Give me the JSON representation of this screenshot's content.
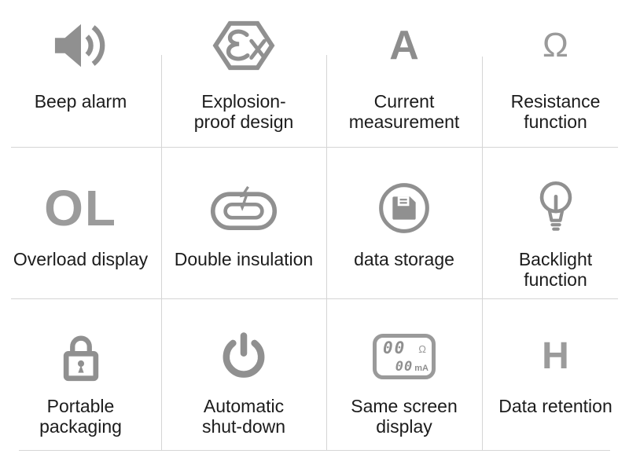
{
  "page": {
    "background": "#ffffff"
  },
  "colors": {
    "icon_gray": "#909090",
    "label_text": "#1c1c1c",
    "grid_line": "#d5d5d5"
  },
  "features": [
    {
      "id": "beep-alarm",
      "icon": "speaker-volume-icon",
      "label_lines": [
        "Beep alarm"
      ]
    },
    {
      "id": "explosion-proof-design",
      "icon": "ex-hexagon-icon",
      "label_lines": [
        "Explosion-",
        "proof design"
      ]
    },
    {
      "id": "current-measurement",
      "icon": "letter-a-icon",
      "icon_text": "A",
      "label_lines": [
        "Current",
        "measurement"
      ]
    },
    {
      "id": "resistance-function",
      "icon": "omega-icon",
      "icon_text": "Ω",
      "label_lines": [
        "Resistance",
        "function"
      ]
    },
    {
      "id": "overload-display",
      "icon": "ol-text-icon",
      "icon_text": "OL",
      "label_lines": [
        "Overload display"
      ]
    },
    {
      "id": "double-insulation",
      "icon": "double-insulation-icon",
      "label_lines": [
        "Double insulation"
      ]
    },
    {
      "id": "data-storage",
      "icon": "floppy-disk-icon",
      "label_lines": [
        "data storage"
      ]
    },
    {
      "id": "backlight-function",
      "icon": "light-bulb-icon",
      "label_lines": [
        "Backlight",
        "function"
      ]
    },
    {
      "id": "portable-packaging",
      "icon": "padlock-icon",
      "label_lines": [
        "Portable",
        "packaging"
      ]
    },
    {
      "id": "automatic-shut-down",
      "icon": "power-icon",
      "label_lines": [
        "Automatic",
        "shut-down"
      ]
    },
    {
      "id": "same-screen-display",
      "icon": "lcd-display-icon",
      "label_lines": [
        "Same screen",
        "display"
      ],
      "lcd": {
        "top_value": "00",
        "top_unit": "Ω",
        "bottom_value": "00",
        "bottom_unit": "mA"
      }
    },
    {
      "id": "data-retention",
      "icon": "letter-h-icon",
      "icon_text": "H",
      "label_lines": [
        "Data retention"
      ]
    }
  ]
}
